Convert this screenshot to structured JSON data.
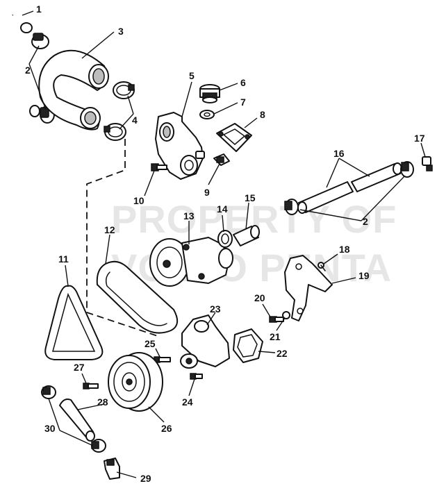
{
  "watermark": {
    "line1": "PROPERTY OF",
    "line2": "VOLVO PENTA"
  },
  "callouts": {
    "n1": "1",
    "n2a": "2",
    "n2b": "2",
    "n3": "3",
    "n4": "4",
    "n5": "5",
    "n6": "6",
    "n7": "7",
    "n8": "8",
    "n9": "9",
    "n10": "10",
    "n11": "11",
    "n12": "12",
    "n13": "13",
    "n14": "14",
    "n15": "15",
    "n16": "16",
    "n17": "17",
    "n18": "18",
    "n19": "19",
    "n20": "20",
    "n21": "21",
    "n22": "22",
    "n23": "23",
    "n24": "24",
    "n25": "25",
    "n26": "26",
    "n27": "27",
    "n28": "28",
    "n29": "29",
    "n30": "30"
  }
}
